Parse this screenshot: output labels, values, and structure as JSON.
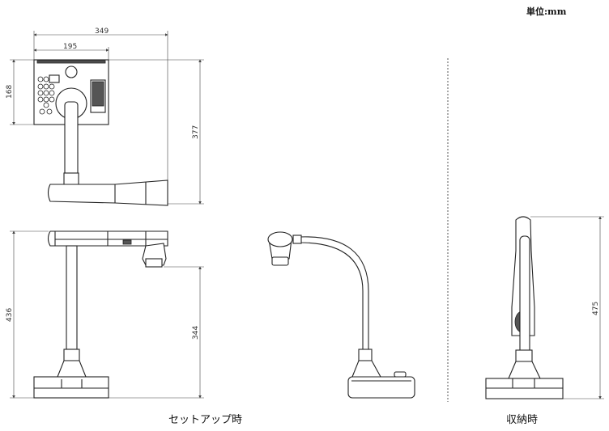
{
  "unit_label": "単位:mm",
  "dimensions": {
    "top_width": "349",
    "top_body_width": "195",
    "top_body_depth": "168",
    "top_total_depth": "377",
    "setup_height": "436",
    "lens_height": "344",
    "stored_height": "475"
  },
  "captions": {
    "setup": "セットアップ時",
    "stored": "収納時"
  }
}
